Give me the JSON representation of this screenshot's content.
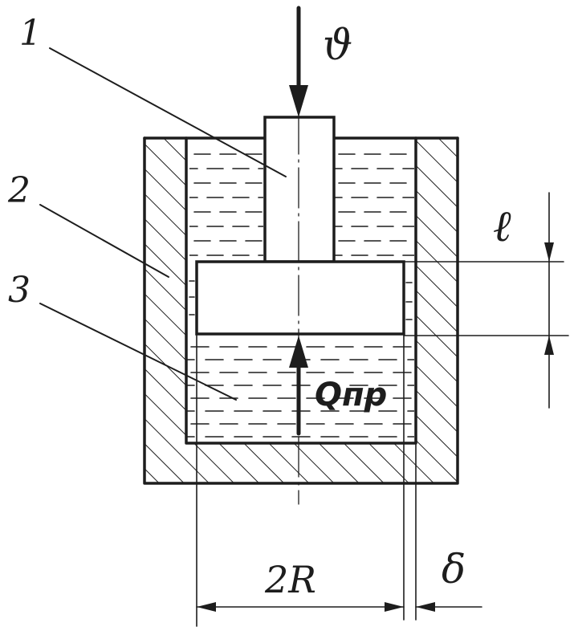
{
  "diagram": {
    "labels": {
      "part_1": "1",
      "part_2": "2",
      "part_3": "3",
      "velocity": "ϑ",
      "length": "ℓ",
      "flow": "Qпр",
      "diameter": "2R",
      "gap": "δ"
    },
    "ink_color": "#1d1d1d",
    "background_color": "#ffffff"
  }
}
